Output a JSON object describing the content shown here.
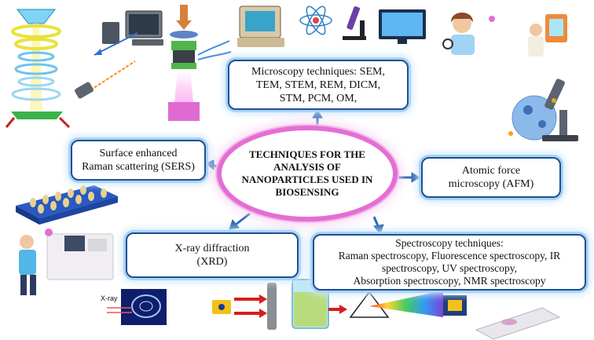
{
  "center": {
    "lines": [
      "TECHNIQUES FOR THE",
      "ANALYSIS OF",
      "NANOPARTICLES USED IN",
      "BIOSENSING"
    ]
  },
  "nodes": {
    "microscopy": {
      "lines": [
        "Microscopy techniques: SEM,",
        "TEM, STEM, REM, DICM,",
        "STM, PCM, OM,"
      ]
    },
    "sers": {
      "lines": [
        "Surface enhanced",
        "Raman scattering (SERS)"
      ]
    },
    "afm": {
      "lines": [
        "Atomic force",
        "microscopy (AFM)"
      ]
    },
    "xrd": {
      "lines": [
        "X-ray diffraction",
        "(XRD)"
      ]
    },
    "spectroscopy": {
      "lines": [
        "Spectroscopy techniques:",
        "Raman spectroscopy, Fluorescence spectroscopy, IR",
        "spectroscopy, UV spectroscopy,",
        "Absorption spectroscopy, NMR spectroscopy"
      ]
    }
  },
  "illustrations": {
    "xray_label": "X-ray"
  },
  "colors": {
    "box_border": "#1f4f93",
    "box_glow": "#a9d3f5",
    "ellipse_border": "#e46ed3",
    "arrow": "#2a67b1"
  }
}
